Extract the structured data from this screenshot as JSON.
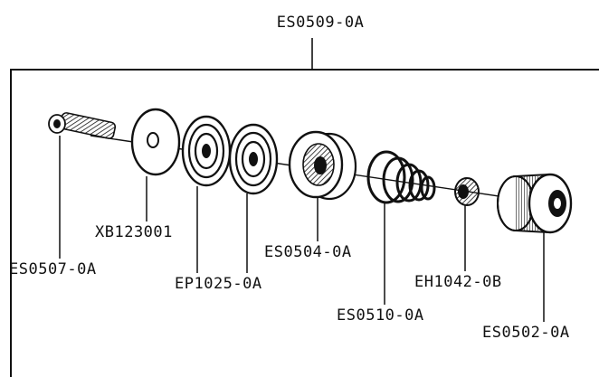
{
  "assembly": {
    "part_number": "ES0509-0A"
  },
  "parts": [
    {
      "id": "spring",
      "label": "ES0507-0A",
      "icon": "coil-spring-icon"
    },
    {
      "id": "washer",
      "label": "XB123001",
      "icon": "flat-washer-icon"
    },
    {
      "id": "diaphragm-1",
      "label": "EP1025-0A",
      "icon": "ringed-disc-icon"
    },
    {
      "id": "diaphragm-2",
      "label": "",
      "icon": "ringed-disc-icon"
    },
    {
      "id": "cup",
      "label": "ES0504-0A",
      "icon": "cup-housing-icon"
    },
    {
      "id": "conical-spring",
      "label": "ES0510-0A",
      "icon": "conical-spring-icon"
    },
    {
      "id": "nut",
      "label": "EH1042-0B",
      "icon": "small-nut-icon"
    },
    {
      "id": "cap",
      "label": "ES0502-0A",
      "icon": "knurled-cap-icon"
    }
  ],
  "colors": {
    "ink": "#111111",
    "paper": "#ffffff"
  }
}
